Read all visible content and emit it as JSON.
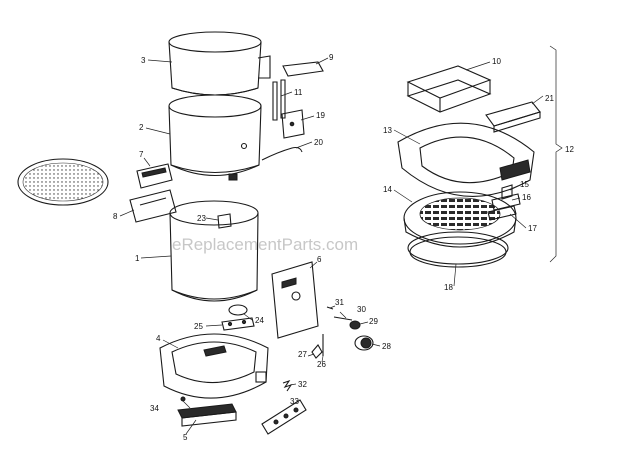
{
  "watermark": "eReplacementParts.com",
  "labels": {
    "p1": "1",
    "p2": "2",
    "p3": "3",
    "p4": "4",
    "p5": "5",
    "p6": "6",
    "p7": "7",
    "p8": "8",
    "p9": "9",
    "p10": "10",
    "p11": "11",
    "p12": "12",
    "p13": "13",
    "p14": "14",
    "p15": "15",
    "p16": "16",
    "p17": "17",
    "p18": "18",
    "p19": "19",
    "p20": "20",
    "p21": "21",
    "p23": "23",
    "p24": "24",
    "p25": "25",
    "p26": "26",
    "p27": "27",
    "p28": "28",
    "p29": "29",
    "p30": "30",
    "p31": "31",
    "p32": "32",
    "p33": "33",
    "p34": "34"
  }
}
